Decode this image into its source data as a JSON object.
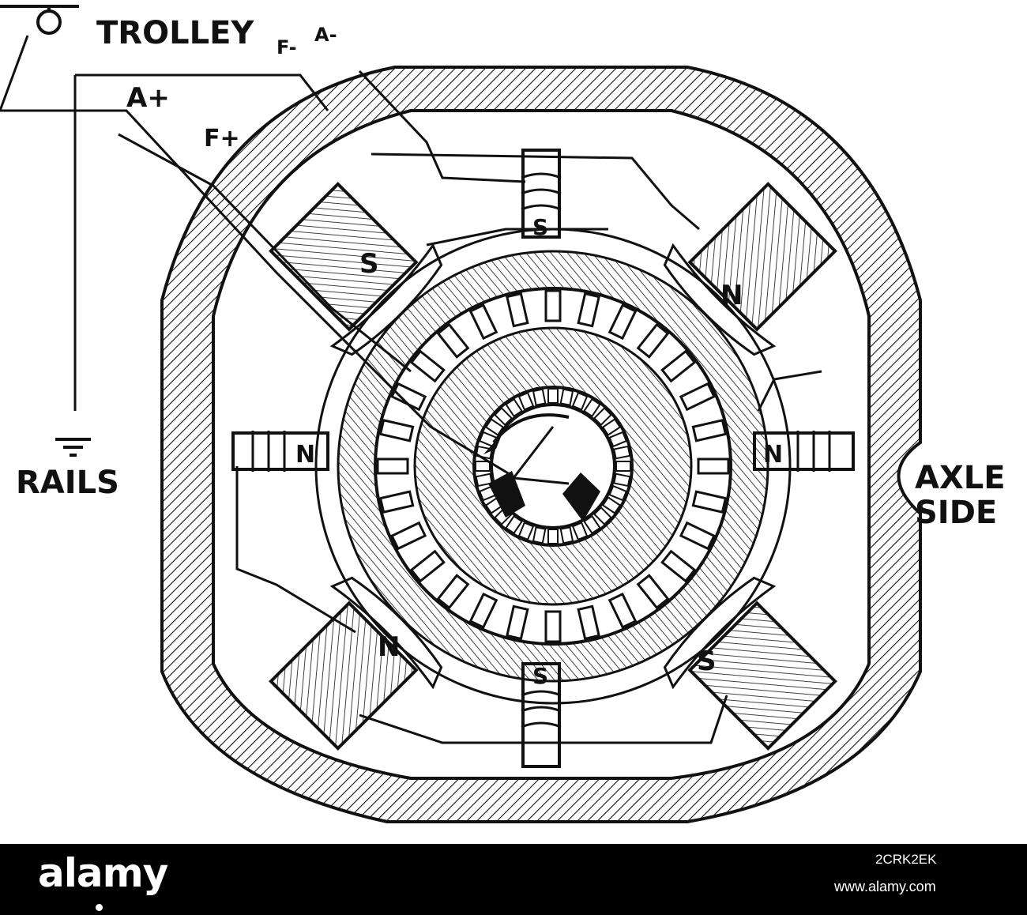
{
  "labels": {
    "trolley": "TROLLEY",
    "f_minus": "F-",
    "a_minus": "A-",
    "a_plus": "A+",
    "f_plus": "F+",
    "rails": "RAILS",
    "axle": "AXLE",
    "side": "SIDE",
    "pole_s_top": "S",
    "pole_s_upper_left": "S",
    "pole_n_upper_right": "N",
    "pole_n_left": "N",
    "pole_n_right": "N",
    "pole_n_lower_left": "N",
    "pole_s_bottom": "S",
    "pole_s_lower_right": "S"
  },
  "watermark": {
    "brand": "alamy",
    "image_id": "2CRK2EK",
    "url": "www.alamy.com"
  },
  "colors": {
    "ink": "#111111",
    "paper": "#ffffff",
    "footer": "#000000"
  }
}
